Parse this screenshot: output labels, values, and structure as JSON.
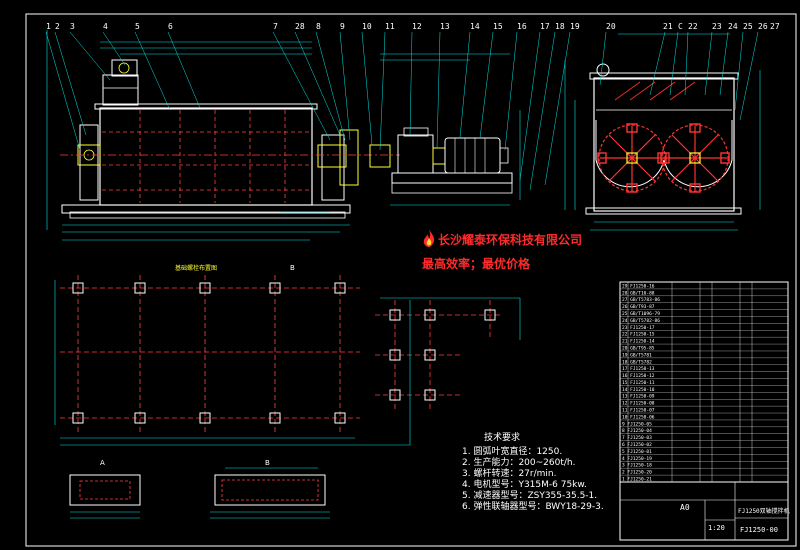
{
  "company": {
    "name": "长沙耀泰环保科技有限公司",
    "slogan": "最高效率；最优价格"
  },
  "view_labels": {
    "foundation_layout": "基础螺栓布置图",
    "section_b": "B",
    "section_a": "A"
  },
  "callouts_top": [
    "1",
    "2",
    "3",
    "4",
    "5",
    "6",
    "7",
    "28",
    "8",
    "9",
    "10",
    "11",
    "12",
    "13",
    "14",
    "15",
    "16",
    "17",
    "18",
    "19",
    "20",
    "21",
    "C",
    "22",
    "23",
    "24",
    "25",
    "26",
    "27"
  ],
  "technical_requirements": {
    "title": "技术要求",
    "items": [
      "1. 圆弧叶宽直径：1250.",
      "2. 生产能力：200~260t/h.",
      "3. 螺杆转速：27r/min.",
      "4. 电机型号：Y315M-6  75kw.",
      "5. 减速器型号：ZSY355-35.5-1.",
      "6. 弹性联轴器型号：BWY18-29-3."
    ]
  },
  "title_block": {
    "drawing_title": "FJ1250双轴搅拌机",
    "drawing_number": "FJ1250-00",
    "sheet_mark": "A0",
    "scale": "1:20"
  },
  "bom_rows": [
    "29 FJ1250-16",
    "28 GB/T10-88",
    "27 GB/T5783-86",
    "26 GB/T93-87",
    "25 GB/T1096-79",
    "24 GB/T5782-86",
    "23 FJ1250-17",
    "22 FJ1250-15",
    "21 FJ1250-14",
    "20 GB/T95-85",
    "19 GB/T5781",
    "18 GB/T5782",
    "17 FJ1250-13",
    "16 FJ1250-12",
    "15 FJ1250-11",
    "14 FJ1250-10",
    "13 FJ1250-09",
    "12 FJ1250-08",
    "11 FJ1250-07",
    "10 FJ1250-06",
    "9 FJ1250-05",
    "8 FJ1250-04",
    "7 FJ1250-03",
    "6 FJ1250-02",
    "5 FJ1250-01",
    "4 FJ1250-19",
    "3 FJ1250-18",
    "2 FJ1250-20",
    "1 FJ1250-21"
  ],
  "colors": {
    "background": "#000000",
    "outline": "#ffffff",
    "hidden_lines": "#ff4040",
    "dimensions": "#00e5e5",
    "parts": "#ffff33",
    "highlight": "#ff3333"
  }
}
